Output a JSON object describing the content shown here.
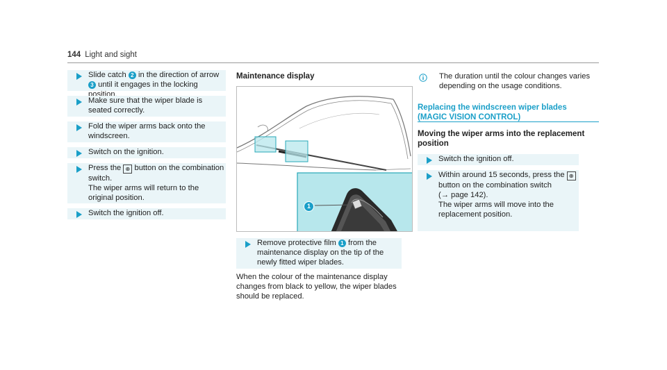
{
  "header": {
    "page_number": "144",
    "section": "Light and sight"
  },
  "left_column": {
    "steps": [
      {
        "before": "Slide catch ",
        "marker": "2",
        "after": " in the direction of arrow ",
        "marker2": "3",
        "after2": " until it engages in the locking position."
      },
      {
        "text": "Make sure that the wiper blade is seated correctly."
      },
      {
        "text": "Fold the wiper arms back onto the windscreen."
      },
      {
        "text": "Switch on the ignition."
      },
      {
        "before": "Press the ",
        "icon": "wiper-icon",
        "after": " button on the combination switch.",
        "line2": "The wiper arms will return to the original position."
      },
      {
        "text": "Switch the ignition off."
      }
    ]
  },
  "middle_column": {
    "heading": "Maintenance display",
    "figure": {
      "callout": "1"
    },
    "step": {
      "before": "Remove protective film ",
      "marker": "1",
      "after": " from the maintenance display on the tip of the newly fitted wiper blades."
    },
    "paragraph": "When the colour of the maintenance display changes from black to yellow, the wiper blades should be replaced."
  },
  "right_column": {
    "info": "The duration until the colour changes varies depending on the usage conditions.",
    "section_heading_line1": "Replacing the windscreen wiper blades",
    "section_heading_line2": "(MAGIC VISION CONTROL)",
    "subheading_line1": "Moving the wiper arms into the replacement",
    "subheading_line2": "position",
    "steps": [
      {
        "text": "Switch the ignition off."
      },
      {
        "before": "Within around 15 seconds, press the ",
        "icon": "wiper-icon",
        "after": " button on the combination switch",
        "ref": "(→ page 142).",
        "line2": "The wiper arms will move into the replacement position."
      }
    ]
  },
  "colors": {
    "accent": "#1a9fc8",
    "step_bg": "#eaf5f8",
    "callout_bg": "#b7e7ec",
    "callout_border": "#27a8b8"
  }
}
